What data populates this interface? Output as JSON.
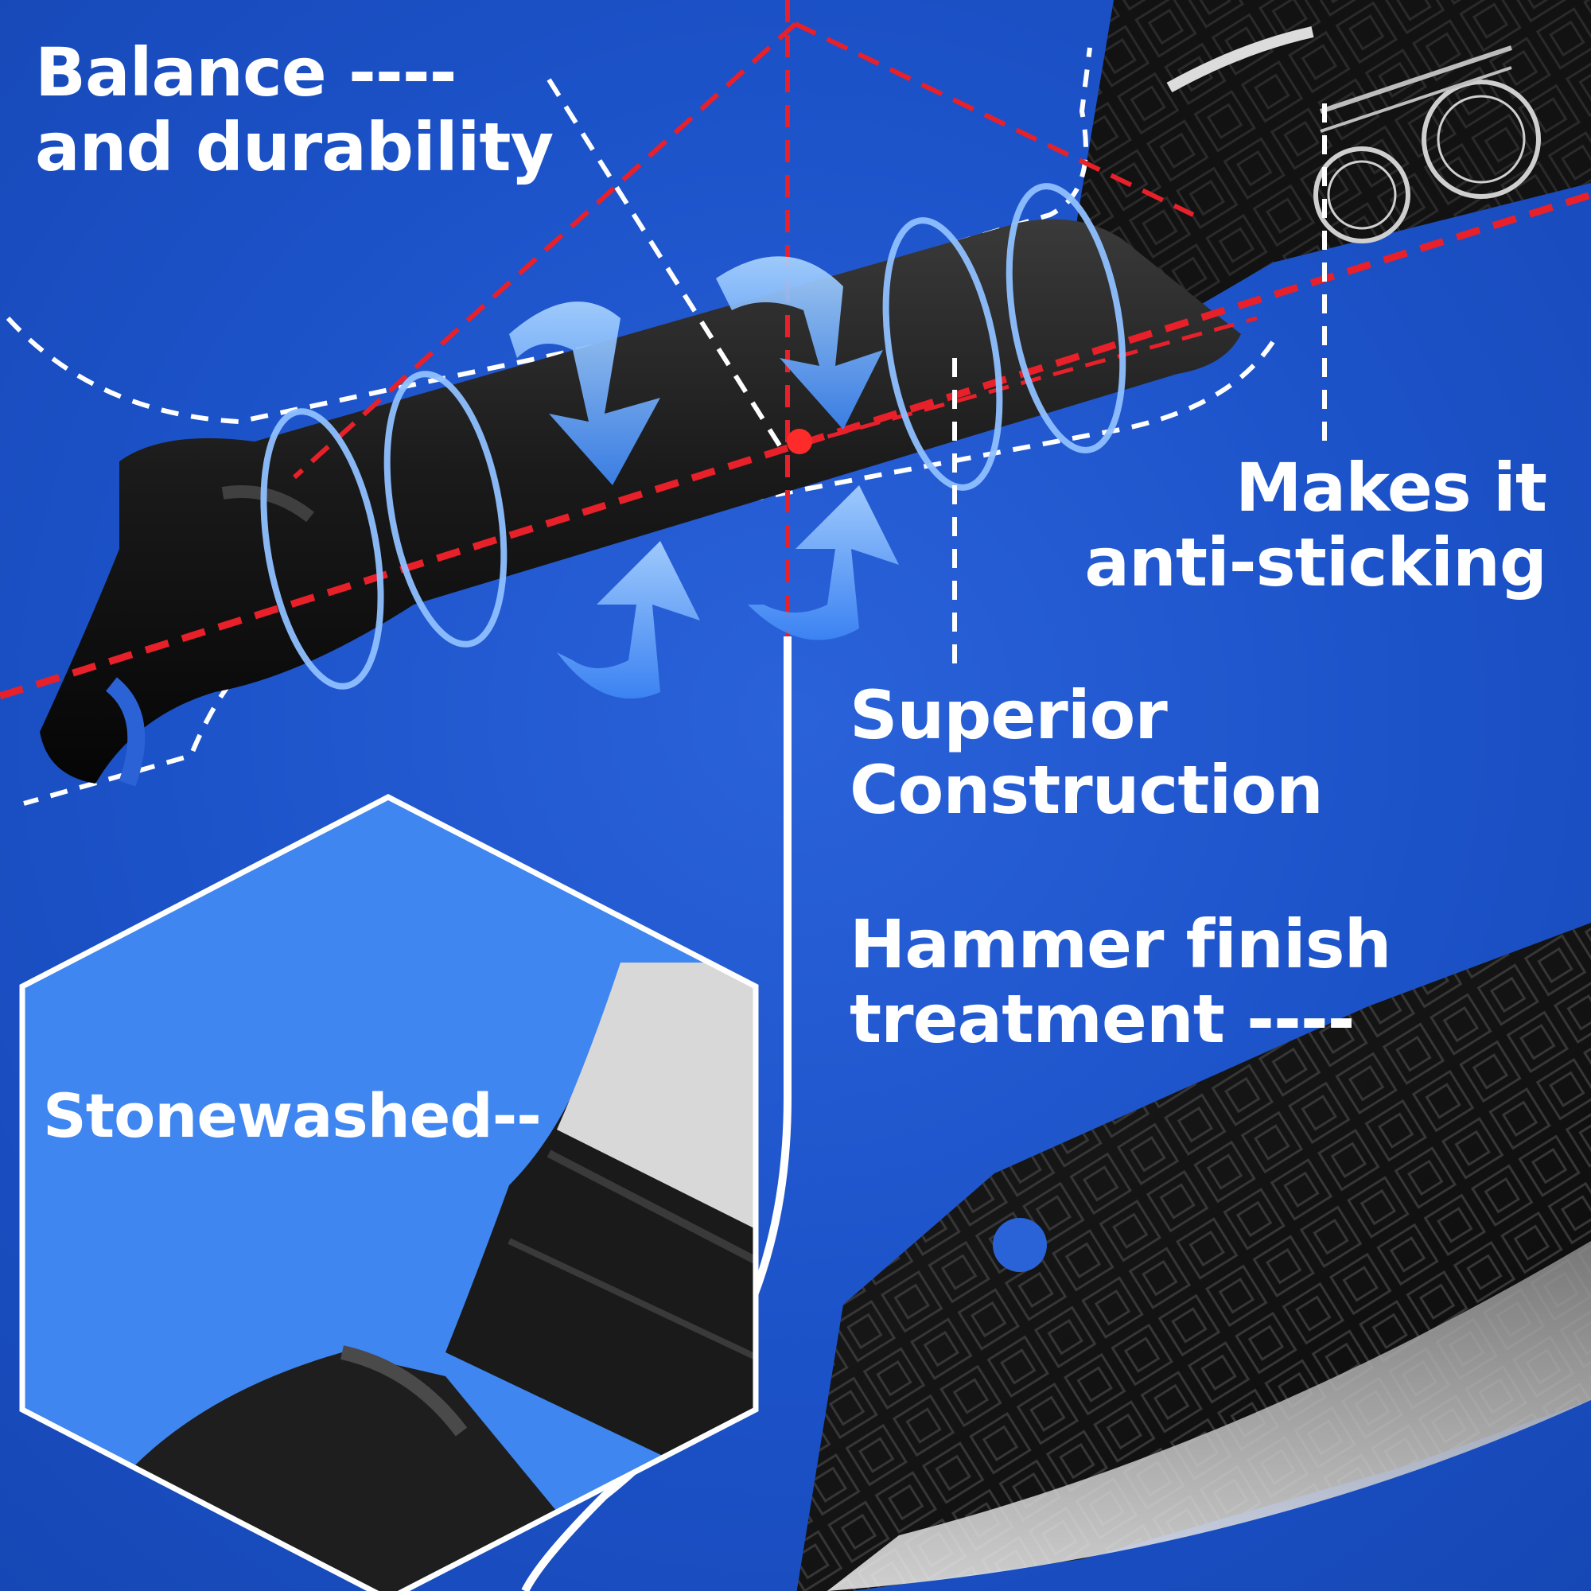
{
  "labels": {
    "balance": [
      "Balance ----",
      "and durability"
    ],
    "anti_sticking": [
      "Makes it",
      "anti-sticking"
    ],
    "superior": [
      "Superior",
      "Construction"
    ],
    "hammer": [
      "Hammer finish",
      "treatment ----"
    ],
    "stonewashed": "Stonewashed--"
  },
  "colors": {
    "background": "#1c52c8",
    "hexagon": "#3f86f0",
    "red_guides": "#e8202a",
    "arrows": "#6fb0ff",
    "text": "#ffffff",
    "knife_dark": "#141414"
  }
}
